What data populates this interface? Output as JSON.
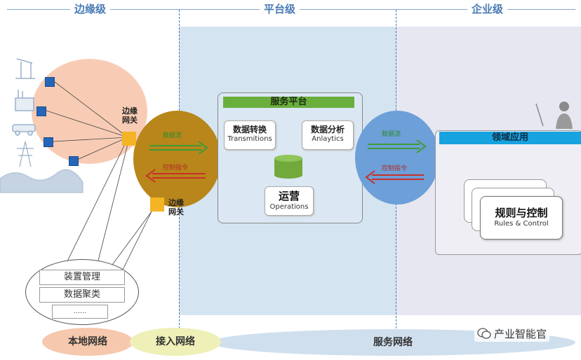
{
  "tiers": {
    "edge": "边缘级",
    "platform": "平台级",
    "enterprise": "企业级"
  },
  "edge": {
    "gateway_top": "边缘\n网关",
    "gateway_bottom": "边缘\n网关",
    "arrow_data": "数据流",
    "arrow_control": "控制指令"
  },
  "platform": {
    "title": "服务平台",
    "transform_cn": "数据转换",
    "transform_en": "Transmitions",
    "analytics_cn": "数据分析",
    "analytics_en": "Anlaytics",
    "ops_cn": "运营",
    "ops_en": "Operations",
    "arrow_data": "数据流",
    "arrow_control": "控制指令"
  },
  "enterprise": {
    "title": "领域应用",
    "rules_cn": "规则与控制",
    "rules_en": "Rules & Control"
  },
  "local": {
    "item1": "装置管理",
    "item2": "数据聚类",
    "item3": "……"
  },
  "bottom": {
    "local_net": "本地网络",
    "access_net": "接入网络",
    "service_net": "服务网络"
  },
  "watermark": "产业智能官",
  "colors": {
    "edge_blob": "#f8ccb4",
    "platform_bg": "#d5e4f1",
    "enterprise_bg": "#e7e7f1",
    "green": "#6aae3c",
    "blue_bar": "#17a2e0",
    "gold_oval": "#b8861a",
    "blue_oval": "#6d9fd8"
  }
}
